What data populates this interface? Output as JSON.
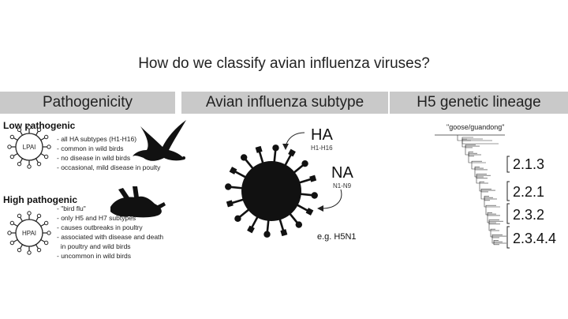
{
  "title": "How do we classify avian influenza viruses?",
  "panels": {
    "pathogenicity": {
      "header": "Pathogenicity",
      "low": {
        "heading": "Low pathogenic",
        "virus_label": "LPAI",
        "bullets": [
          "- all HA subtypes (H1-H16)",
          "- common in wild birds",
          "- no disease in wild birds",
          "- occasional, mild disease in poulty"
        ]
      },
      "high": {
        "heading": "High pathogenic",
        "virus_label": "HPAI",
        "bullets": [
          "- \"bird flu\"",
          "- only H5 and H7 subtypes",
          "- causes outbreaks in poultry",
          "- associated with disease and death",
          "  in poultry and wild birds",
          "- uncommon in wild birds"
        ]
      }
    },
    "subtype": {
      "header": "Avian influenza subtype",
      "ha_label": "HA",
      "ha_range": "H1-H16",
      "na_label": "NA",
      "na_range": "N1-N9",
      "example": "e.g. H5N1"
    },
    "lineage": {
      "header": "H5 genetic lineage",
      "root_label": "\"goose/guandong\"",
      "clades": [
        "2.1.3",
        "2.2.1",
        "2.3.2",
        "2.3.4.4"
      ]
    }
  }
}
